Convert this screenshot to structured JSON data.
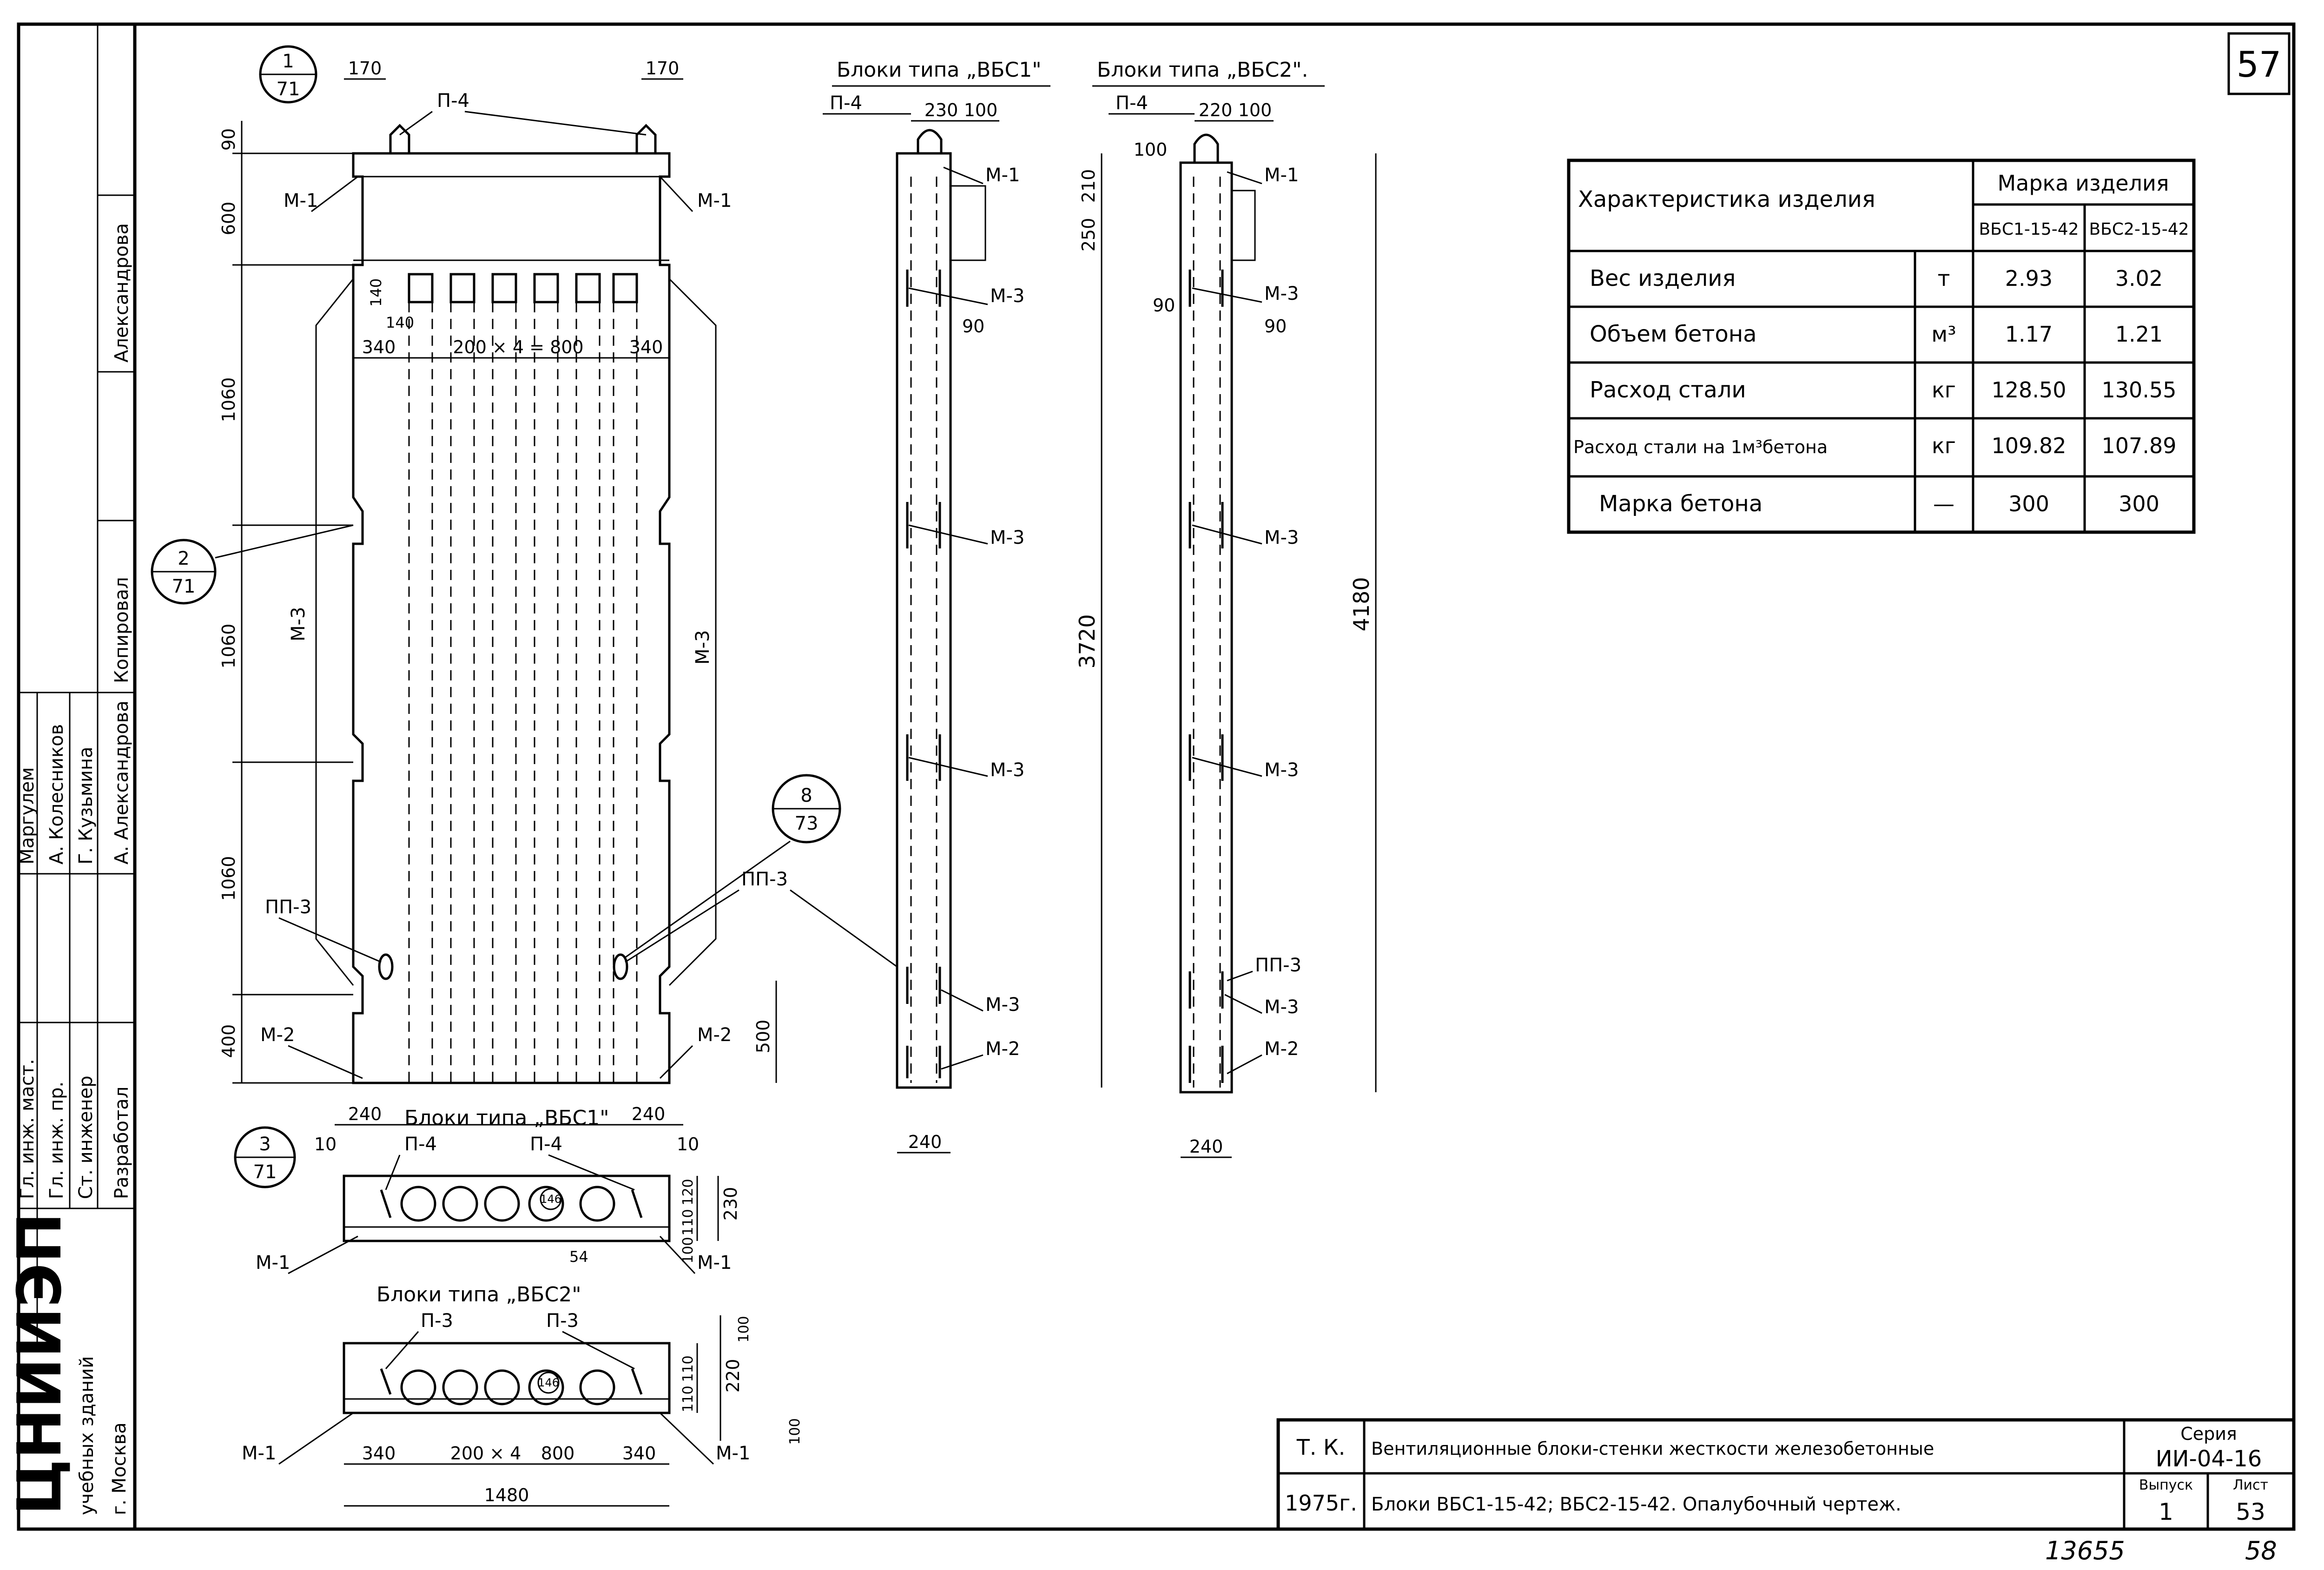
{
  "sheet": {
    "sheet_number": "57",
    "footer_left": "13655",
    "footer_right": "58"
  },
  "stamp": {
    "org_line1": "ЦНИИЭП",
    "org_line2": "учебных зданий",
    "org_line3": "г. Москва",
    "roles": [
      "Гл. инж. маст.",
      "Гл. инж. пр.",
      "Ст. инженер",
      "Разработал"
    ],
    "names": [
      "Маргулем",
      "А. Колесников",
      "Г. Кузьмина",
      "А. Александрова"
    ],
    "copied_label": "Копировал",
    "copied_name": "Александрова"
  },
  "title_block": {
    "tk": "Т. К.",
    "year": "1975г.",
    "title1": "Вентиляционные блоки-стенки жесткости железобетонные",
    "title2": "Блоки ВБС1-15-42; ВБС2-15-42. Опалубочный чертеж.",
    "series_label": "Серия",
    "series_value": "ИИ-04-16",
    "issue_label": "Выпуск",
    "issue_value": "1",
    "sheet_label": "Лист",
    "sheet_value": "53"
  },
  "spec_table": {
    "header_char": "Характеристика изделия",
    "header_mark": "Марка изделия",
    "marks": [
      "ВБС1-15-42",
      "ВБС2-15-42"
    ],
    "rows": [
      {
        "name": "Вес изделия",
        "unit": "т",
        "v1": "2.93",
        "v2": "3.02"
      },
      {
        "name": "Объем бетона",
        "unit": "м³",
        "v1": "1.17",
        "v2": "1.21"
      },
      {
        "name": "Расход стали",
        "unit": "кг",
        "v1": "128.50",
        "v2": "130.55"
      },
      {
        "name": "Расход стали на 1м³бетона",
        "unit": "кг",
        "v1": "109.82",
        "v2": "107.89"
      },
      {
        "name": "Марка бетона",
        "unit": "—",
        "v1": "300",
        "v2": "300"
      }
    ]
  },
  "front_view": {
    "dims_left": [
      "90",
      "600",
      "1060",
      "1060",
      "1060",
      "400"
    ],
    "dims_top": [
      "170",
      "170"
    ],
    "dims_small": [
      "140",
      "140"
    ],
    "dims_row": [
      "340",
      "200 × 4 = 800",
      "340"
    ],
    "dims_bottom": [
      "240",
      "240",
      "10",
      "10"
    ],
    "dim_500": "500",
    "labels": [
      "П-4",
      "М-1",
      "М-1",
      "М-3",
      "М-3",
      "ПП-3",
      "ПП-3",
      "М-2",
      "М-2"
    ],
    "callout1_top": "1",
    "callout1_bot": "71",
    "callout2_top": "2",
    "callout2_bot": "71",
    "callout3_top": "3",
    "callout3_bot": "71",
    "callout8_top": "8",
    "callout8_bot": "73"
  },
  "side_view_1": {
    "title": "Блоки типа „ВБС1\"",
    "dims_top": [
      "230",
      "100"
    ],
    "dim_width": "240",
    "dim_left1": "210",
    "dim_left2": "250",
    "dim_90": "90",
    "dim_height": "3720",
    "labels": [
      "П-4",
      "М-1",
      "М-3",
      "М-3",
      "М-3",
      "М-3",
      "М-2"
    ]
  },
  "side_view_2": {
    "title": "Блоки типа „ВБС2\".",
    "dims_top": [
      "220",
      "100"
    ],
    "dim_left": "100",
    "dim_width": "240",
    "dims_90": [
      "90",
      "90"
    ],
    "dim_height": "4180",
    "labels": [
      "П-4",
      "М-1",
      "М-3",
      "М-3",
      "М-3",
      "ПП-3",
      "М-3",
      "М-2"
    ]
  },
  "section_1": {
    "title": "Блоки типа „ВБС1\"",
    "labels": [
      "П-4",
      "П-4",
      "М-1",
      "М-1"
    ],
    "circle_text": "146",
    "dims_right": [
      "120",
      "110",
      "100",
      "230"
    ],
    "dim_54": "54"
  },
  "section_2": {
    "title": "Блоки типа „ВБС2\"",
    "labels": [
      "П-3",
      "П-3",
      "М-1",
      "М-1"
    ],
    "circle_text": "146",
    "dims_right": [
      "100",
      "110",
      "110",
      "220",
      "100"
    ],
    "dims_bottom": [
      "340",
      "200 × 4",
      "800",
      "340"
    ],
    "dim_total": "1480"
  }
}
